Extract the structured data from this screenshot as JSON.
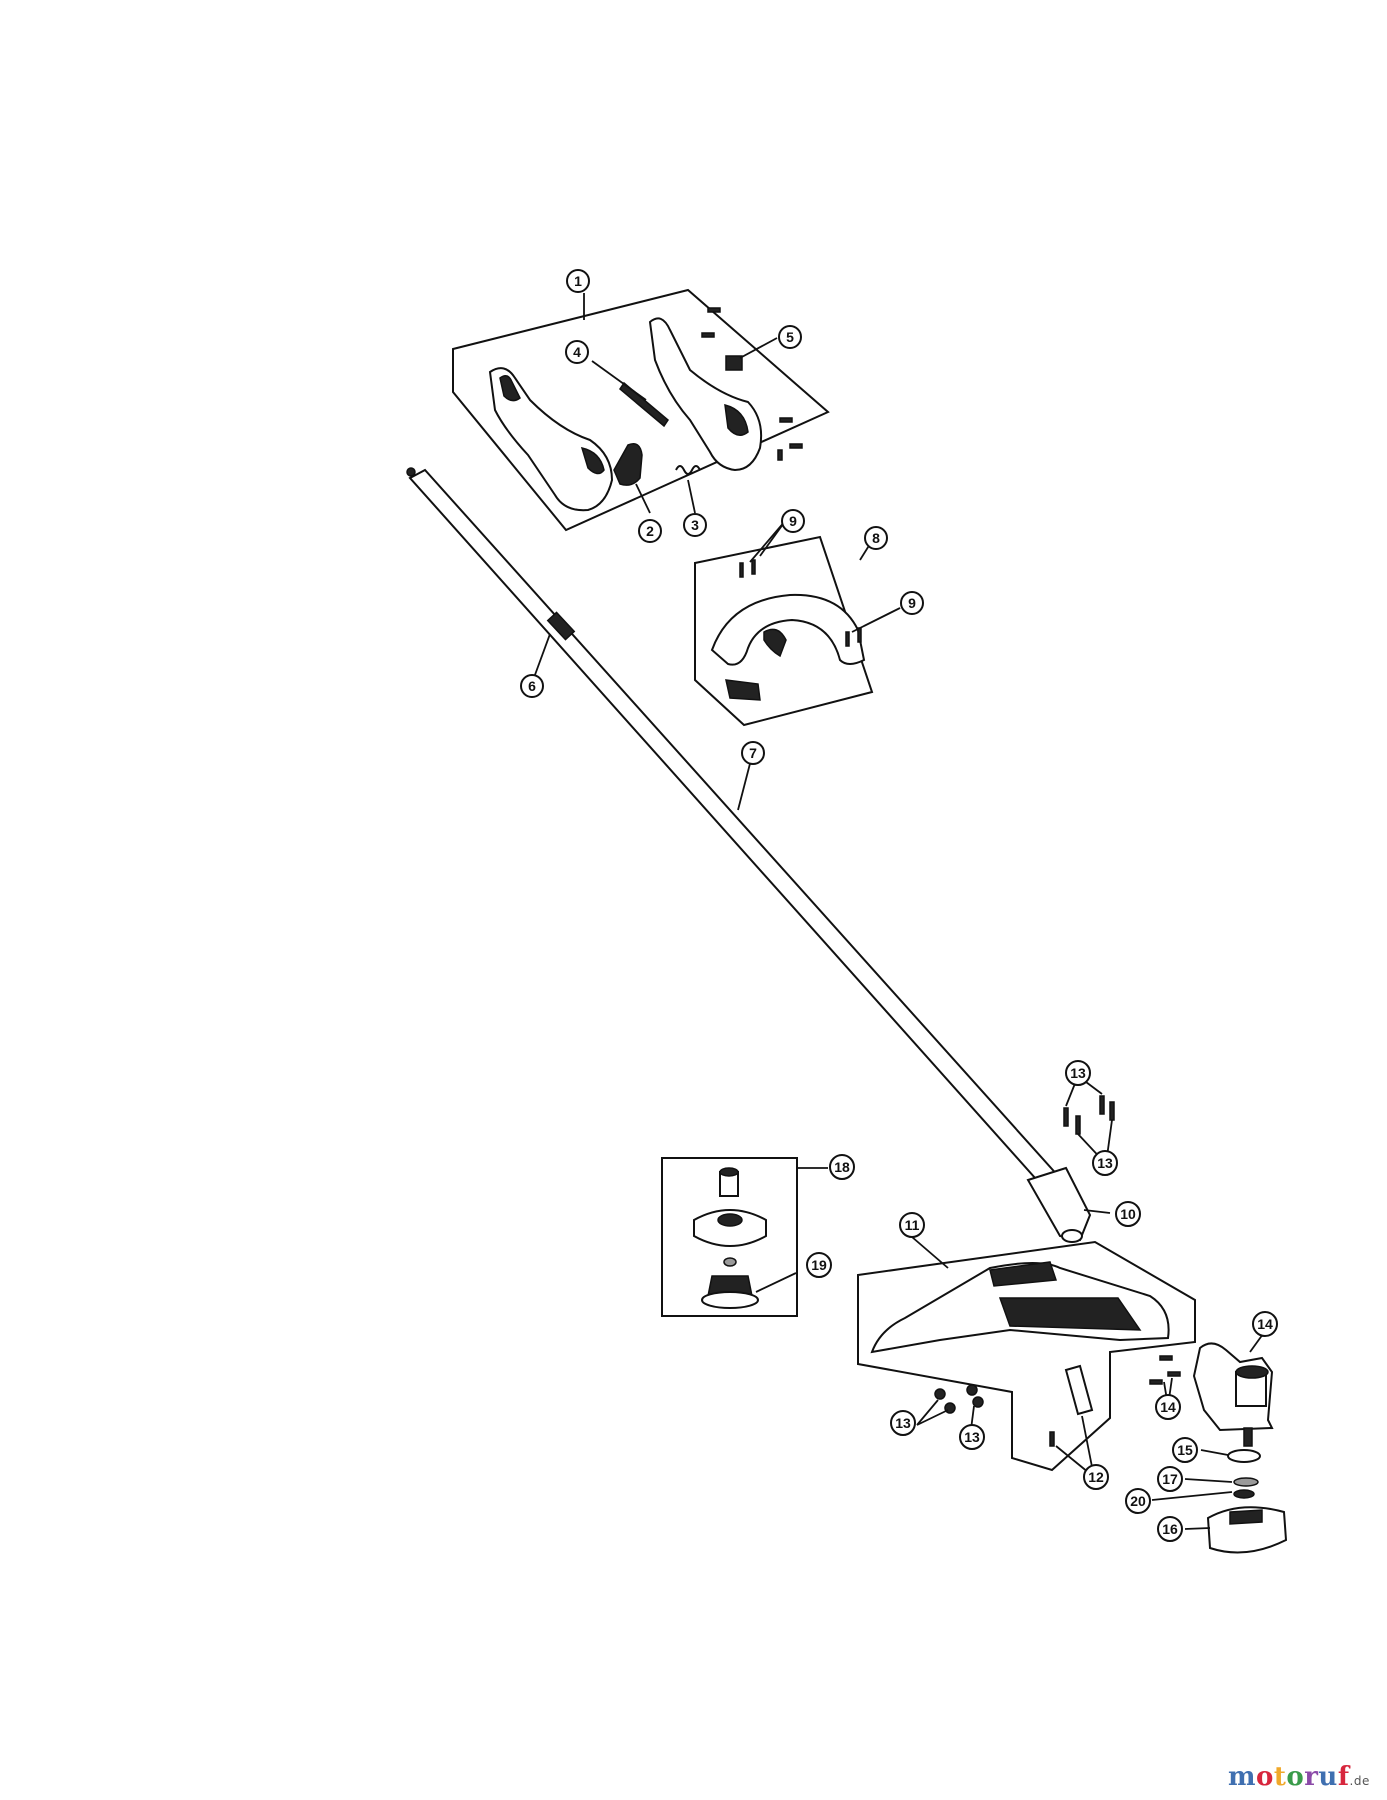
{
  "callouts": {
    "c1": "1",
    "c2": "2",
    "c3": "3",
    "c4": "4",
    "c5": "5",
    "c6": "6",
    "c7": "7",
    "c8": "8",
    "c9a": "9",
    "c9b": "9",
    "c10": "10",
    "c11": "11",
    "c12": "12",
    "c13a": "13",
    "c13b": "13",
    "c13c": "13",
    "c13d": "13",
    "c14a": "14",
    "c14b": "14",
    "c15": "15",
    "c16": "16",
    "c17": "17",
    "c18": "18",
    "c19": "19",
    "c20": "20"
  },
  "watermark": {
    "name": "motoruf",
    "tld": ".de"
  }
}
